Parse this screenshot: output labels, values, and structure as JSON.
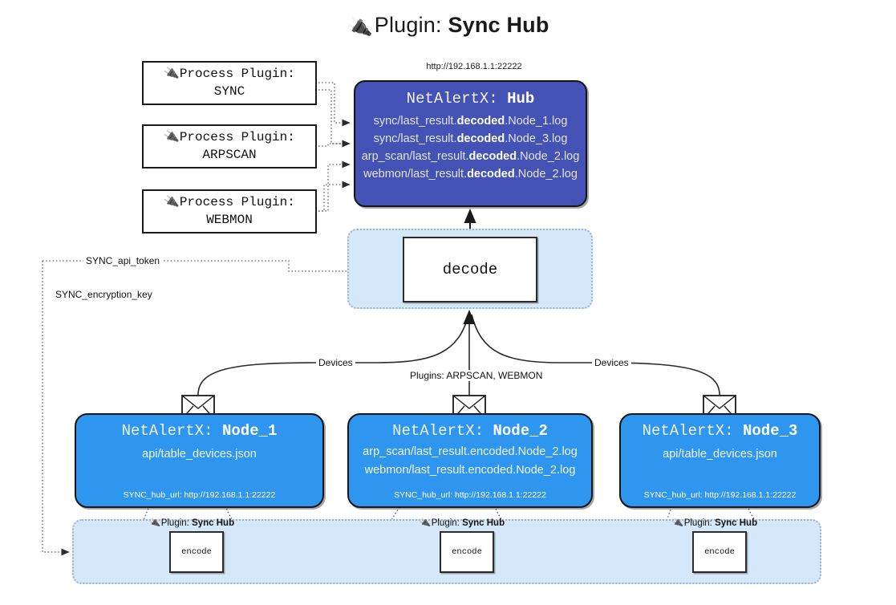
{
  "title": {
    "icon": "plug-icon",
    "prefix": "Plugin: ",
    "name": "Sync Hub"
  },
  "hub": {
    "url": "http://192.168.1.1:22222",
    "title_prefix": "NetAlertX: ",
    "title_name": "Hub",
    "loglines": [
      {
        "pre": "sync/last_result.",
        "em": "decoded",
        "post": ".Node_1.log"
      },
      {
        "pre": "sync/last_result.",
        "em": "decoded",
        "post": ".Node_3.log"
      },
      {
        "pre": "arp_scan/last_result.",
        "em": "decoded",
        "post": ".Node_2.log"
      },
      {
        "pre": "webmon/last_result.",
        "em": "decoded",
        "post": ".Node_2.log"
      }
    ]
  },
  "process_plugins": [
    {
      "icon": "plug-icon",
      "line1": "Process Plugin:",
      "line2": "SYNC"
    },
    {
      "icon": "plug-icon",
      "line1": "Process Plugin:",
      "line2": "ARPSCAN"
    },
    {
      "icon": "plug-icon",
      "line1": "Process Plugin:",
      "line2": "WEBMON"
    }
  ],
  "decode": {
    "group_label": "decode-group",
    "box_label": "decode"
  },
  "edge_labels": {
    "api_token": "SYNC_api_token",
    "encryption_key": "SYNC_encryption_key",
    "devices_left": "Devices",
    "devices_right": "Devices",
    "plugins": "Plugins: ARPSCAN, WEBMON"
  },
  "nodes": [
    {
      "title_prefix": "NetAlertX: ",
      "title_name": "Node_1",
      "lines": [
        "api/table_devices.json"
      ],
      "footer": "SYNC_hub_url: http://192.168.1.1:22222",
      "envelope_icon": "envelope-icon"
    },
    {
      "title_prefix": "NetAlertX: ",
      "title_name": "Node_2",
      "lines": [
        "arp_scan/last_result.encoded.Node_2.log",
        "webmon/last_result.encoded.Node_2.log"
      ],
      "footer": "SYNC_hub_url: http://192.168.1.1:22222",
      "envelope_icon": "envelope-icon"
    },
    {
      "title_prefix": "NetAlertX: ",
      "title_name": "Node_3",
      "lines": [
        "api/table_devices.json"
      ],
      "footer": "SYNC_hub_url: http://192.168.1.1:22222",
      "envelope_icon": "envelope-icon"
    }
  ],
  "encoders": [
    {
      "label_icon": "plug-icon",
      "label_prefix": "Plugin: ",
      "label_name": "Sync Hub",
      "box_label": "encode"
    },
    {
      "label_icon": "plug-icon",
      "label_prefix": "Plugin: ",
      "label_name": "Sync Hub",
      "box_label": "encode"
    },
    {
      "label_icon": "plug-icon",
      "label_prefix": "Plugin: ",
      "label_name": "Sync Hub",
      "box_label": "encode"
    }
  ],
  "colors": {
    "hub_fill": "#4352b4",
    "node_fill": "#2f96ef",
    "group_fill": "#d5e8fa",
    "group_border": "#9bb4c9",
    "stroke": "#2b2b2b",
    "page_bg": "#ffffff"
  }
}
